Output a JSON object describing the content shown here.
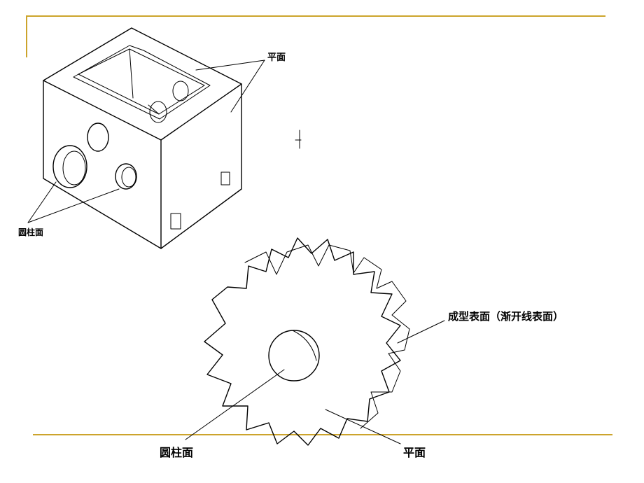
{
  "labels": {
    "block_planes": "平面",
    "block_cylinders": "圆柱面",
    "gear_formed": "成型表面（渐开线表面）",
    "gear_cylinder": "圆柱面",
    "gear_plane": "平面"
  },
  "colors": {
    "accent": "#cca42c",
    "ink": "#000000"
  }
}
